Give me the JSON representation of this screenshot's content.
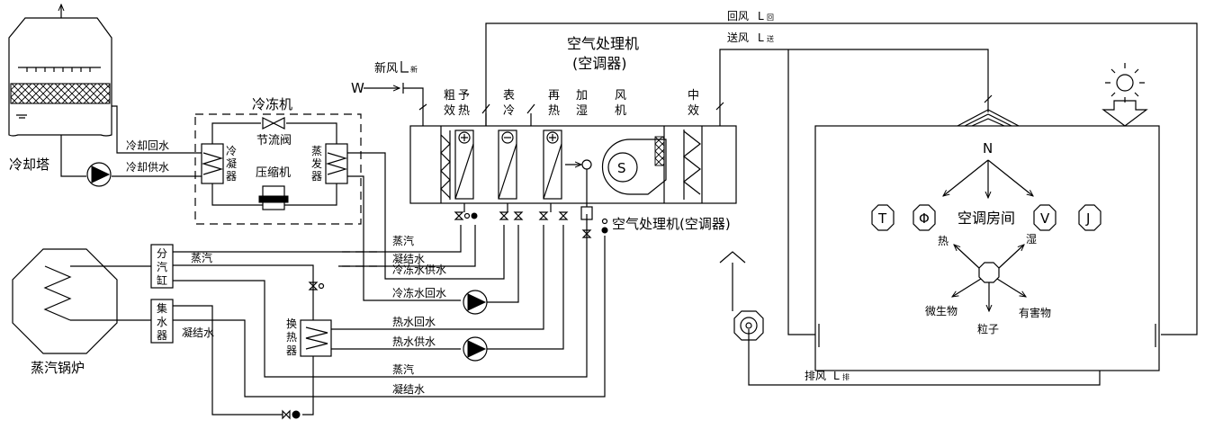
{
  "cooling_tower": {
    "label": "冷却塔"
  },
  "chiller": {
    "title": "冷冻机",
    "condenser": "冷凝器",
    "evaporator": "蒸发器",
    "throttle_valve": "节流阀",
    "compressor": "压缩机"
  },
  "pipes": {
    "cooling_return": "冷却回水",
    "cooling_supply": "冷却供水",
    "steam_1": "蒸汽",
    "condensate_1": "凝结水",
    "chilled_return": "冷冻水回水",
    "chilled_supply": "冷冻水供水",
    "hot_return": "热水回水",
    "hot_supply": "热水供水",
    "steam_2": "蒸汽",
    "condensate_2": "凝结水",
    "boiler_steam": "蒸汽",
    "boiler_condensate": "凝结水"
  },
  "boiler": {
    "label": "蒸汽锅炉",
    "distributor": "分汽缸",
    "collector": "集水器",
    "heat_exchanger": "换热器"
  },
  "ahu": {
    "title_line1": "空气处理机",
    "title_line2": "(空调器)",
    "fresh_air": "新风",
    "fresh_air_sub": "新",
    "w_label": "W",
    "sections": [
      "粗效",
      "予热",
      "表冷",
      "再热",
      "加湿",
      "风机",
      "中效"
    ],
    "label": "空气处理机(空调器)",
    "fan_symbol": "S"
  },
  "ducts": {
    "return_air": "回风",
    "return_sub": "回",
    "supply_air": "送风",
    "supply_sub": "送",
    "exhaust_air": "排风",
    "exhaust_sub": "排",
    "L": "L"
  },
  "room": {
    "label": "空调房间",
    "n": "N",
    "t": "T",
    "phi": "Φ",
    "v": "V",
    "j": "J",
    "heat": "热",
    "humidity": "湿",
    "microbes": "微生物",
    "particles": "粒子",
    "harmful": "有害物"
  }
}
